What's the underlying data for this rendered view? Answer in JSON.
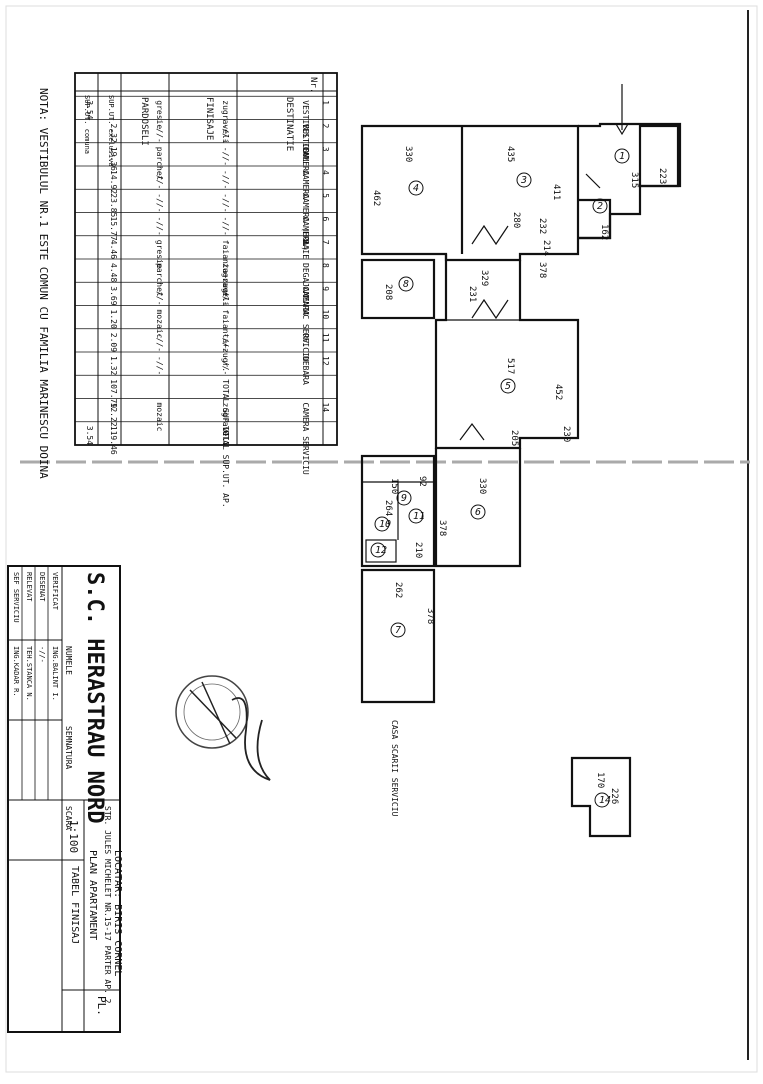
{
  "sheet_code": "PL.",
  "firm": "S.C. HERASTRAU NORD",
  "address": "STR. JULES MICHELET NR.15-17 PARTER AP. 2",
  "locatar": "LOCATAR: BIRIS CORNEL",
  "plan_title": "PLAN APARTAMENT",
  "table_title": "TABEL FINISAJ",
  "scale_label": "SCARA",
  "scale": "1:100",
  "title_block": {
    "col_name": "NUMELE",
    "col_sign": "SEMNATURA",
    "roles": [
      "SEF SERVICIU",
      "RELEVAT",
      "DESENAT",
      "VERIFICAT"
    ],
    "names": [
      "ING.KADAR R.",
      "TEH.STANCA N.",
      "-//-",
      "ING.BALINT I."
    ]
  },
  "note": "NOTA: VESTIBULUL NR.1 ESTE COMUN CU FAMILIA MARINESCU DOINA",
  "finish_table": {
    "headers": [
      "Nr.",
      "DESTINATIE",
      "FINISAJE",
      "PARDOSELI",
      "SUP.UT. exclusiva",
      "SUP.UT. comuna"
    ],
    "rows": [
      [
        "1",
        "VESTIBUL COM.",
        "zugraveli",
        "gresie",
        "",
        "3.54"
      ],
      [
        "2",
        "VESTIBUL",
        "-//-",
        "-//-",
        "2.32",
        ""
      ],
      [
        "3",
        "CAMERA",
        "-//-",
        "parchet",
        "19.36",
        ""
      ],
      [
        "4",
        "CAMERA",
        "-//-",
        "-//-",
        "14.92",
        ""
      ],
      [
        "5",
        "CAMERA (HOL)",
        "-//-",
        "-//-",
        "23.85",
        ""
      ],
      [
        "6",
        "CAMERA",
        "-//-",
        "-//-",
        "15.77",
        ""
      ],
      [
        "7",
        "BAIE",
        "faianta+zugr.",
        "gresie",
        "4.46",
        ""
      ],
      [
        "8",
        "DEGAJAMENT",
        "zugraveli",
        "parchet",
        "4.48",
        ""
      ],
      [
        "9",
        "CAMARA",
        "-//-",
        "-//-",
        "3.69",
        ""
      ],
      [
        "10",
        "WC SERV.",
        "faianta+zugr.",
        "mozaic",
        "1.20",
        ""
      ],
      [
        "11",
        "OFICIU",
        "-//-",
        "-//-",
        "2.09",
        ""
      ],
      [
        "12",
        "DEBARA",
        "-//-",
        "-//-",
        "1.32",
        ""
      ],
      [
        "",
        "",
        "TOTAL SUP.UT.",
        "",
        "107.79",
        ""
      ],
      [
        "14",
        "CAMERA SERVICIU",
        "zugraveli",
        "mozaic",
        "12.22",
        ""
      ],
      [
        "",
        "",
        "TOTAL SUP.UT. AP.",
        "",
        "119.46",
        "3.54"
      ]
    ]
  },
  "plan_labels": {
    "rooms": [
      "1",
      "2",
      "3",
      "4",
      "5",
      "6",
      "7",
      "8",
      "9",
      "10",
      "11",
      "12",
      "14"
    ],
    "dims": [
      "330",
      "435",
      "315",
      "462",
      "411",
      "162",
      "329",
      "517",
      "452",
      "330",
      "378",
      "262",
      "208",
      "170",
      "226",
      "150",
      "205",
      "230",
      "92",
      "210",
      "264",
      "232",
      "378",
      "223",
      "378",
      "280",
      "214",
      "231"
    ]
  },
  "stair_label": "CASA SCARII SERVICIU"
}
